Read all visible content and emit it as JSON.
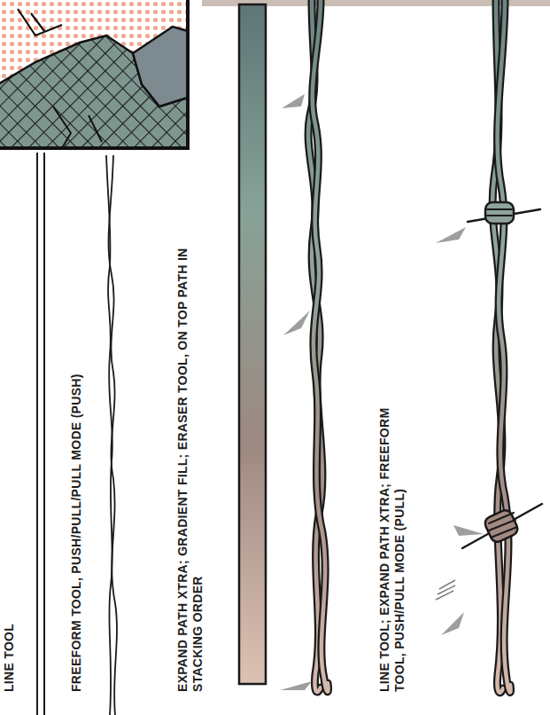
{
  "diagram": {
    "labels": [
      "LINE TOOL",
      "FREEFORM TOOL, PUSH/PULL/PULL MODE (PUSH)",
      "EXPAND PATH XTRA; GRADIENT FILL; ERASER TOOL, ON TOP PATH IN STACKING ORDER",
      "LINE TOOL; EXPAND PATH XTRA; FREEFORM TOOL, PUSH/PULL MODE (PULL)"
    ]
  }
}
